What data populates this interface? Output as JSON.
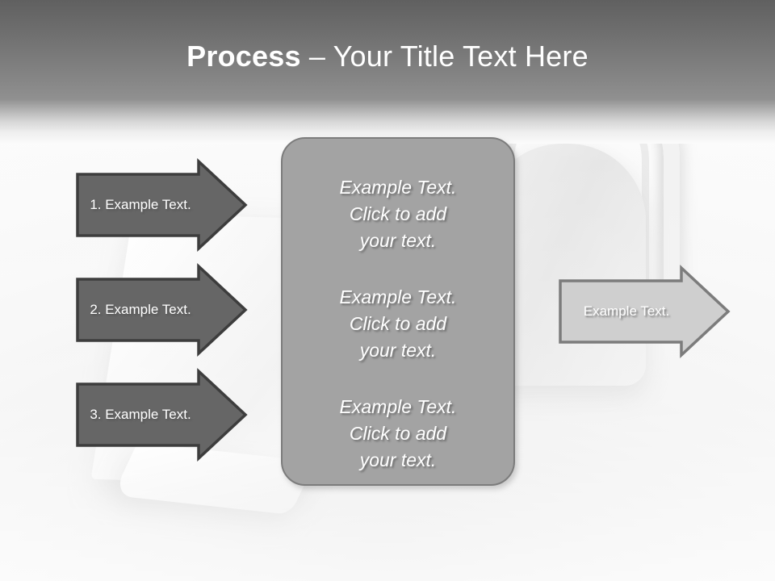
{
  "slide": {
    "title_bold": "Process",
    "title_rest": " – Your Title Text Here",
    "colors": {
      "header_top": "#606060",
      "header_bottom": "#909090",
      "dark_arrow_fill": "#666666",
      "dark_arrow_border": "#3d3d3d",
      "light_arrow_fill": "#cfcfcf",
      "light_arrow_border": "#7c7c7c",
      "center_box_fill": "#a3a3a3",
      "center_box_border": "#7c7c7c",
      "text_white": "#ffffff",
      "background": "#f5f5f5"
    }
  },
  "left_arrows": [
    {
      "label": "1. Example Text."
    },
    {
      "label": "2. Example Text."
    },
    {
      "label": "3. Example Text."
    }
  ],
  "center_box": {
    "paragraphs": [
      "Example Text.\nClick  to add\nyour text.",
      "Example Text.\nClick  to add\nyour text.",
      "Example Text.\nClick  to add\nyour text."
    ]
  },
  "right_arrow": {
    "label": "Example Text."
  },
  "background": {
    "watermark": "padlock-photo-watermark"
  }
}
